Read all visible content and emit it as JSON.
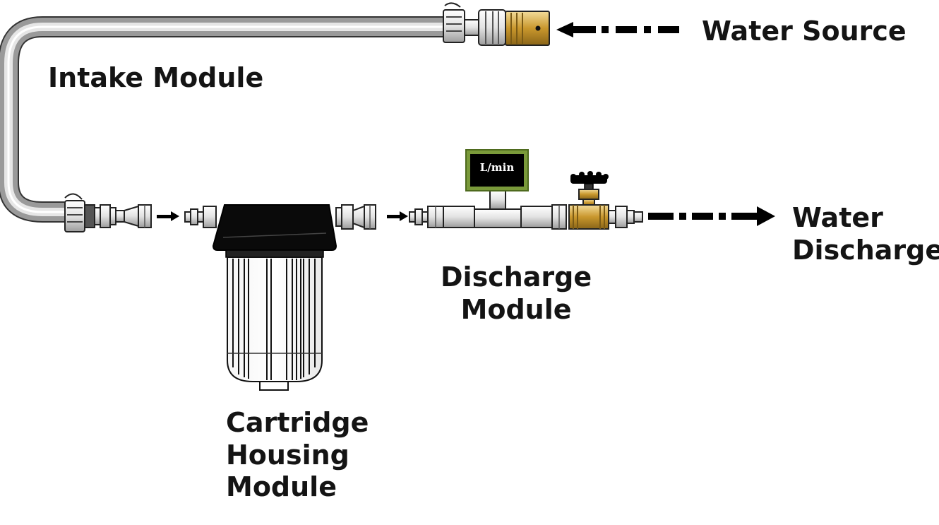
{
  "labels": {
    "water_source": "Water Source",
    "intake_module": "Intake Module",
    "water_discharge": "Water\nDischarge",
    "discharge_module": "Discharge\nModule",
    "cartridge_module": "Cartridge\nHousing\nModule"
  },
  "flow_meter": {
    "unit": "L/min"
  },
  "colors": {
    "hose": "#9a9a9a",
    "brass": "#d4a94a",
    "filter_cap": "#0a0a0a",
    "meter_border": "#7a9a3a",
    "arrow": "#000000"
  },
  "icons": {
    "flow_arrow": "arrow-right",
    "flow_meter": "flow-meter-icon",
    "valve": "valve-icon",
    "filter": "filter-housing-icon"
  }
}
